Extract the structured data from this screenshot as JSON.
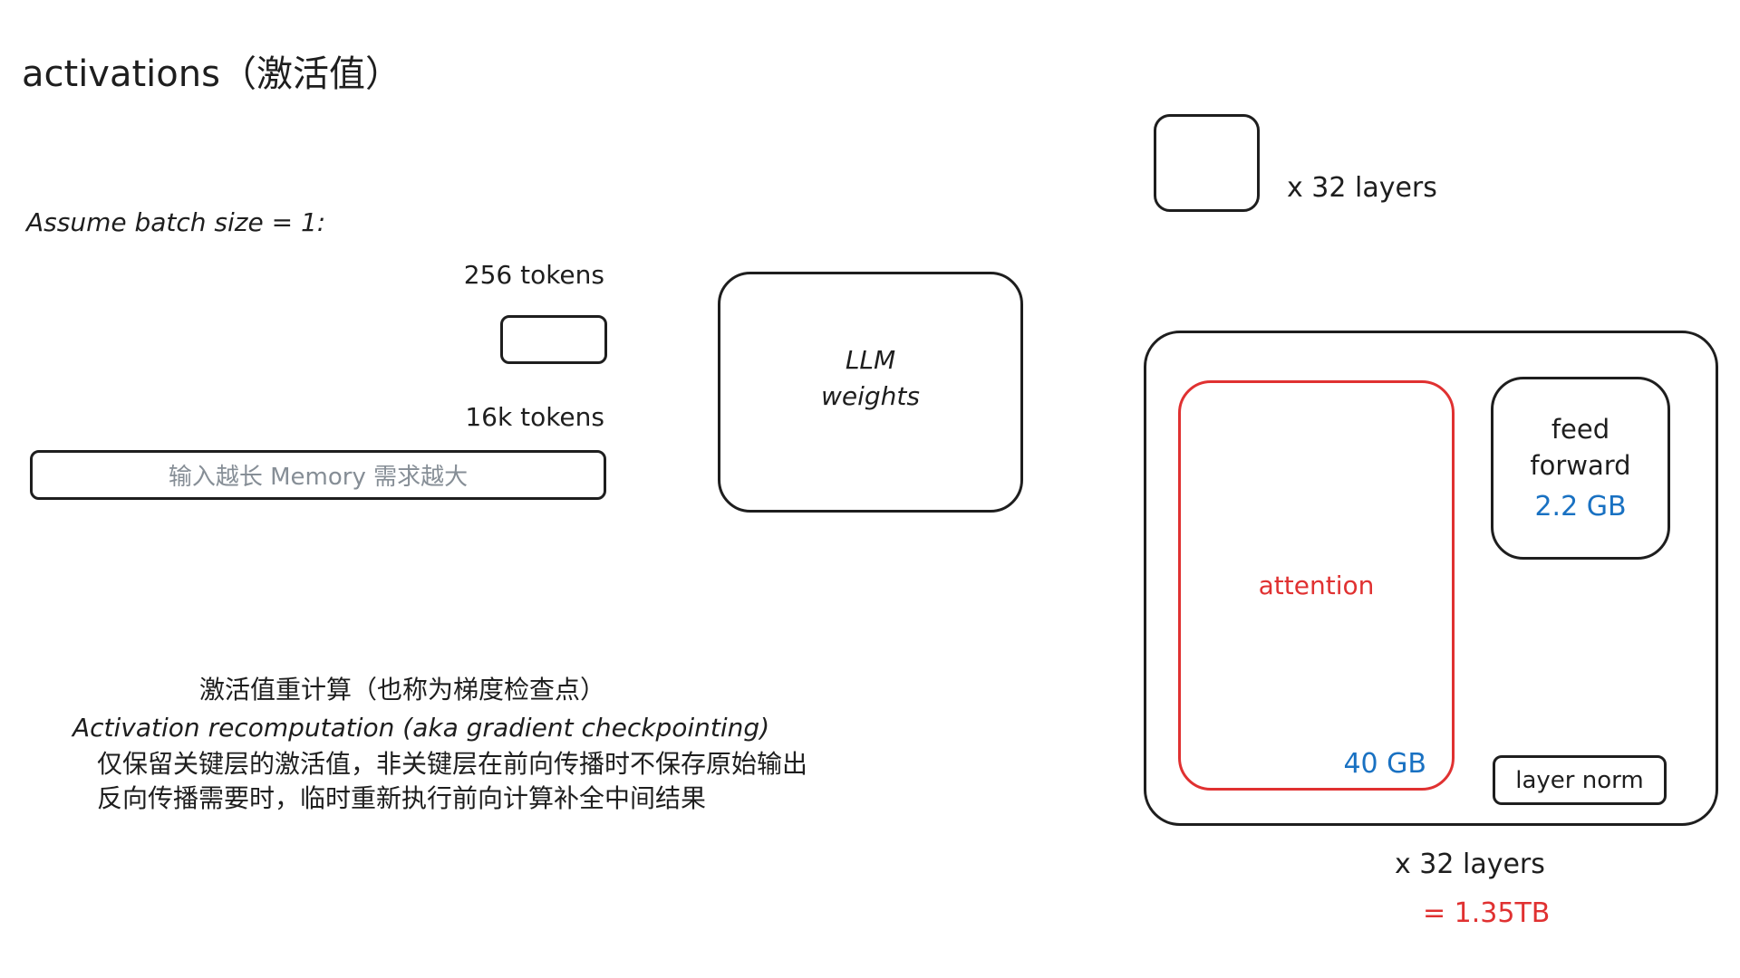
{
  "title": "activations（激活值）",
  "assume": "Assume batch size = 1:",
  "tokens_small": "256 tokens",
  "tokens_large": "16k tokens",
  "long_input_note": "输入越长 Memory 需求越大",
  "llm_weights": [
    "LLM",
    "weights"
  ],
  "layers_top": "x 32 layers",
  "attention": {
    "label": "attention",
    "size": "40 GB"
  },
  "feed_forward": {
    "label": [
      "feed",
      "forward"
    ],
    "size": "2.2 GB"
  },
  "layer_norm": "layer norm",
  "layers_bottom": "x 32 layers",
  "total": "= 1.35TB",
  "recompute": {
    "title_cn": "激活值重计算（也称为梯度检查点）",
    "title_en": "Activation recomputation (aka gradient checkpointing)",
    "line1": "仅保留关键层的激活值，非关键层在前向传播时不保存原始输出",
    "line2": "反向传播需要时，临时重新执行前向计算补全中间结果"
  },
  "colors": {
    "red": "#e03131",
    "blue": "#1971c2",
    "grey": "#868e96",
    "ink": "#1e1e1e"
  }
}
